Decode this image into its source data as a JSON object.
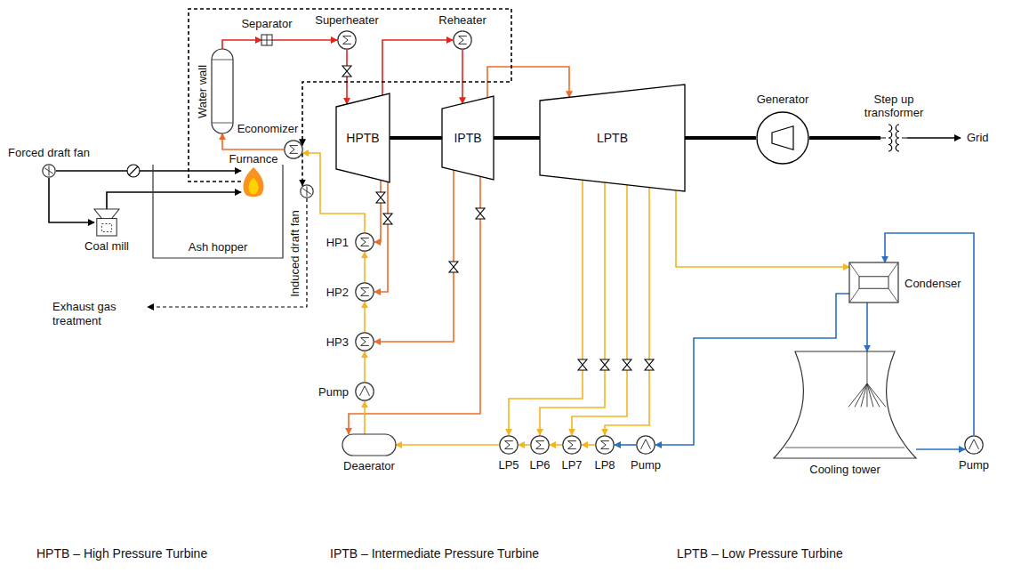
{
  "diagram": {
    "nodes": [
      {
        "text": [
          "Water wall"
        ]
      },
      {
        "text": [
          "Separator"
        ]
      },
      {
        "text": [
          "Superheater"
        ]
      },
      {
        "text": [
          "Reheater"
        ]
      },
      {
        "text": [
          "HPTB"
        ]
      },
      {
        "text": [
          "IPTB"
        ]
      },
      {
        "text": [
          "LPTB"
        ]
      },
      {
        "text": [
          "Generator"
        ]
      },
      {
        "text": [
          "Step up transformer"
        ]
      },
      {
        "text": [
          "Economizer"
        ]
      },
      {
        "text": [
          "Forced draft fan"
        ]
      },
      {
        "text": [
          "Furnance"
        ]
      },
      {
        "text": [
          "Coal mill"
        ]
      },
      {
        "text": [
          "Ash hopper"
        ]
      },
      {
        "text": [
          "Induced draft fan"
        ]
      },
      {
        "text": [
          "HP1"
        ]
      },
      {
        "text": [
          "HP2"
        ]
      },
      {
        "text": [
          "HP3"
        ]
      },
      {
        "text": [
          "Pump"
        ]
      },
      {
        "text": [
          "Deaerator"
        ]
      },
      {
        "text": [
          "LP5"
        ]
      },
      {
        "text": [
          "LP6"
        ]
      },
      {
        "text": [
          "LP7"
        ]
      },
      {
        "text": [
          "LP8"
        ]
      },
      {
        "text": [
          "Pump"
        ]
      },
      {
        "text": [
          "Condenser"
        ]
      },
      {
        "text": [
          "Cooling tower"
        ]
      },
      {
        "text": [
          "Pump"
        ]
      }
    ],
    "edges": [
      {
        "from": 0,
        "to": 1,
        "arrow": "to"
      },
      {
        "from": 1,
        "to": 2,
        "arrow": "to"
      },
      {
        "from": 2,
        "to": 4,
        "arrow": "to"
      },
      {
        "from": 4,
        "to": 3,
        "arrow": "to"
      },
      {
        "from": 3,
        "to": 5,
        "arrow": "to"
      },
      {
        "from": 5,
        "to": 6,
        "arrow": "to"
      },
      {
        "from": 4,
        "to": 15,
        "arrow": "to"
      },
      {
        "from": 4,
        "to": 16,
        "arrow": "to"
      },
      {
        "from": 5,
        "to": 17,
        "arrow": "to"
      },
      {
        "from": 5,
        "to": 19,
        "arrow": "to"
      },
      {
        "from": 6,
        "to": 20,
        "arrow": "to"
      },
      {
        "from": 6,
        "to": 21,
        "arrow": "to"
      },
      {
        "from": 6,
        "to": 22,
        "arrow": "to"
      },
      {
        "from": 6,
        "to": 23,
        "arrow": "to"
      },
      {
        "from": 6,
        "to": 25,
        "arrow": "to"
      },
      {
        "from": 25,
        "to": 24,
        "arrow": "to"
      },
      {
        "from": 24,
        "to": 23,
        "arrow": "to"
      },
      {
        "from": 23,
        "to": 22,
        "arrow": "to"
      },
      {
        "from": 22,
        "to": 21,
        "arrow": "to"
      },
      {
        "from": 21,
        "to": 20,
        "arrow": "to"
      },
      {
        "from": 20,
        "to": 19,
        "arrow": "to"
      },
      {
        "from": 19,
        "to": 18,
        "arrow": "to"
      },
      {
        "from": 18,
        "to": 17,
        "arrow": "to"
      },
      {
        "from": 17,
        "to": 16,
        "arrow": "to"
      },
      {
        "from": 16,
        "to": 15,
        "arrow": "to"
      },
      {
        "from": 15,
        "to": 9,
        "arrow": "to"
      },
      {
        "from": 9,
        "to": 0,
        "arrow": "to"
      },
      {
        "from": 11,
        "to": 9,
        "arrow": "to"
      },
      {
        "from": 9,
        "to": 14,
        "arrow": "to"
      },
      {
        "from": 10,
        "to": 11,
        "arrow": "to"
      },
      {
        "from": 10,
        "to": 12,
        "arrow": "to"
      },
      {
        "from": 12,
        "to": 11,
        "arrow": "to"
      },
      {
        "from": 25,
        "to": 26,
        "arrow": "to"
      },
      {
        "from": 26,
        "to": 27,
        "arrow": "to"
      },
      {
        "from": 27,
        "to": 25,
        "arrow": "to"
      },
      {
        "from": 4,
        "to": 5,
        "arrow": "none"
      },
      {
        "from": 5,
        "to": 6,
        "arrow": "none"
      },
      {
        "from": 6,
        "to": 7,
        "arrow": "none"
      },
      {
        "from": 7,
        "to": 8,
        "arrow": "none"
      }
    ],
    "labels": [
      "Grid",
      "Exhaust gas treatment",
      "HPTB – High Pressure Turbine",
      "IPTB – Intermediate Pressure Turbine",
      "LPTB – Low Pressure Turbine"
    ]
  }
}
